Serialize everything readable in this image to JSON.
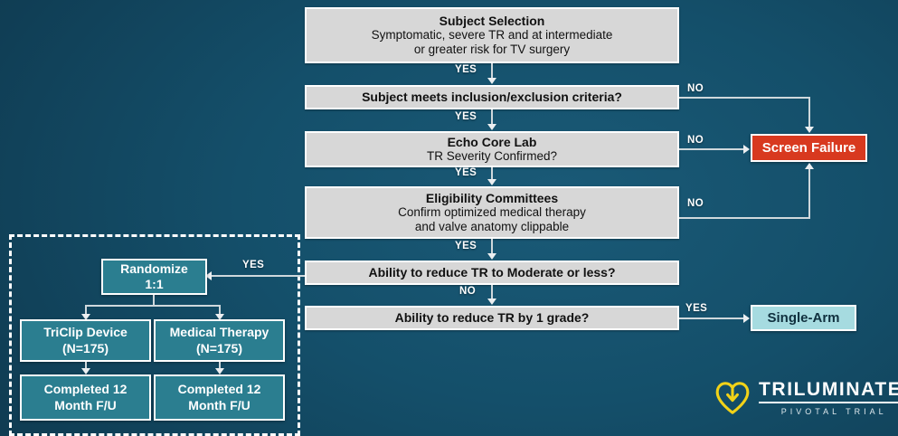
{
  "background": {
    "color_dark": "#0c3043",
    "color_light": "#1a5a77"
  },
  "palette": {
    "box_grey": "#d7d7d7",
    "box_red": "#d8391f",
    "box_cyan": "#a6dbe0",
    "box_teal": "#2b7e90",
    "connector": "#cfd8dc",
    "logo_yellow": "#f2d218"
  },
  "flow": {
    "steps": [
      {
        "id": "subject-selection",
        "title": "Subject Selection",
        "line1": "Symptomatic, severe TR and at intermediate",
        "line2": "or greater risk for TV surgery"
      },
      {
        "id": "inclusion-exclusion",
        "title": "Subject meets inclusion/exclusion criteria?"
      },
      {
        "id": "echo-core-lab",
        "title": "Echo Core Lab",
        "line1": "TR Severity Confirmed?"
      },
      {
        "id": "eligibility-committees",
        "title": "Eligibility Committees",
        "line1": "Confirm optimized medical therapy",
        "line2": "and valve anatomy clippable"
      },
      {
        "id": "reduce-tr-moderate",
        "title": "Ability to reduce TR to Moderate or less?"
      },
      {
        "id": "reduce-tr-one-grade",
        "title": "Ability to reduce TR by 1 grade?"
      }
    ],
    "edge_labels": {
      "yes": "YES",
      "no": "NO"
    },
    "outcomes": {
      "screen_failure": "Screen Failure",
      "single_arm": "Single-Arm"
    }
  },
  "randomization": {
    "randomize": {
      "line1": "Randomize",
      "line2": "1:1"
    },
    "arms": [
      {
        "line1": "TriClip Device",
        "line2": "(N=175)"
      },
      {
        "line1": "Medical Therapy",
        "line2": "(N=175)"
      }
    ],
    "followups": [
      {
        "line1": "Completed 12",
        "line2": "Month F/U"
      },
      {
        "line1": "Completed 12",
        "line2": "Month F/U"
      }
    ]
  },
  "logo": {
    "name": "TRILUMINATE",
    "tm": "™",
    "subtitle": "PIVOTAL TRIAL"
  }
}
